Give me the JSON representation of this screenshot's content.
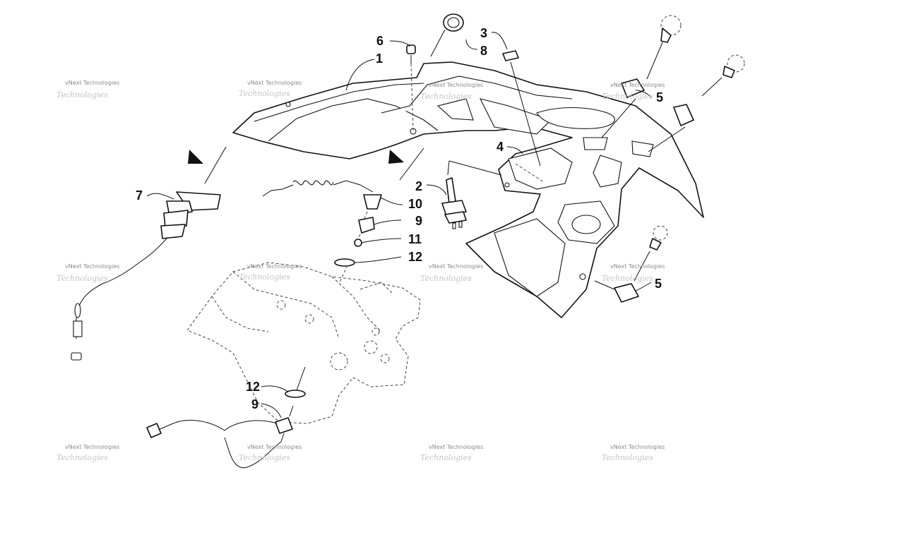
{
  "callouts": [
    {
      "id": "1",
      "label": "1"
    },
    {
      "id": "2",
      "label": "2"
    },
    {
      "id": "3",
      "label": "3"
    },
    {
      "id": "4",
      "label": "4"
    },
    {
      "id": "5a",
      "label": "5"
    },
    {
      "id": "5b",
      "label": "5"
    },
    {
      "id": "6",
      "label": "6"
    },
    {
      "id": "7",
      "label": "7"
    },
    {
      "id": "8",
      "label": "8"
    },
    {
      "id": "9a",
      "label": "9"
    },
    {
      "id": "9b",
      "label": "9"
    },
    {
      "id": "10",
      "label": "10"
    },
    {
      "id": "11",
      "label": "11"
    },
    {
      "id": "12a",
      "label": "12"
    },
    {
      "id": "12b",
      "label": "12"
    }
  ],
  "watermark": {
    "text": "vNext Technologies",
    "overlay": "Technologies"
  }
}
